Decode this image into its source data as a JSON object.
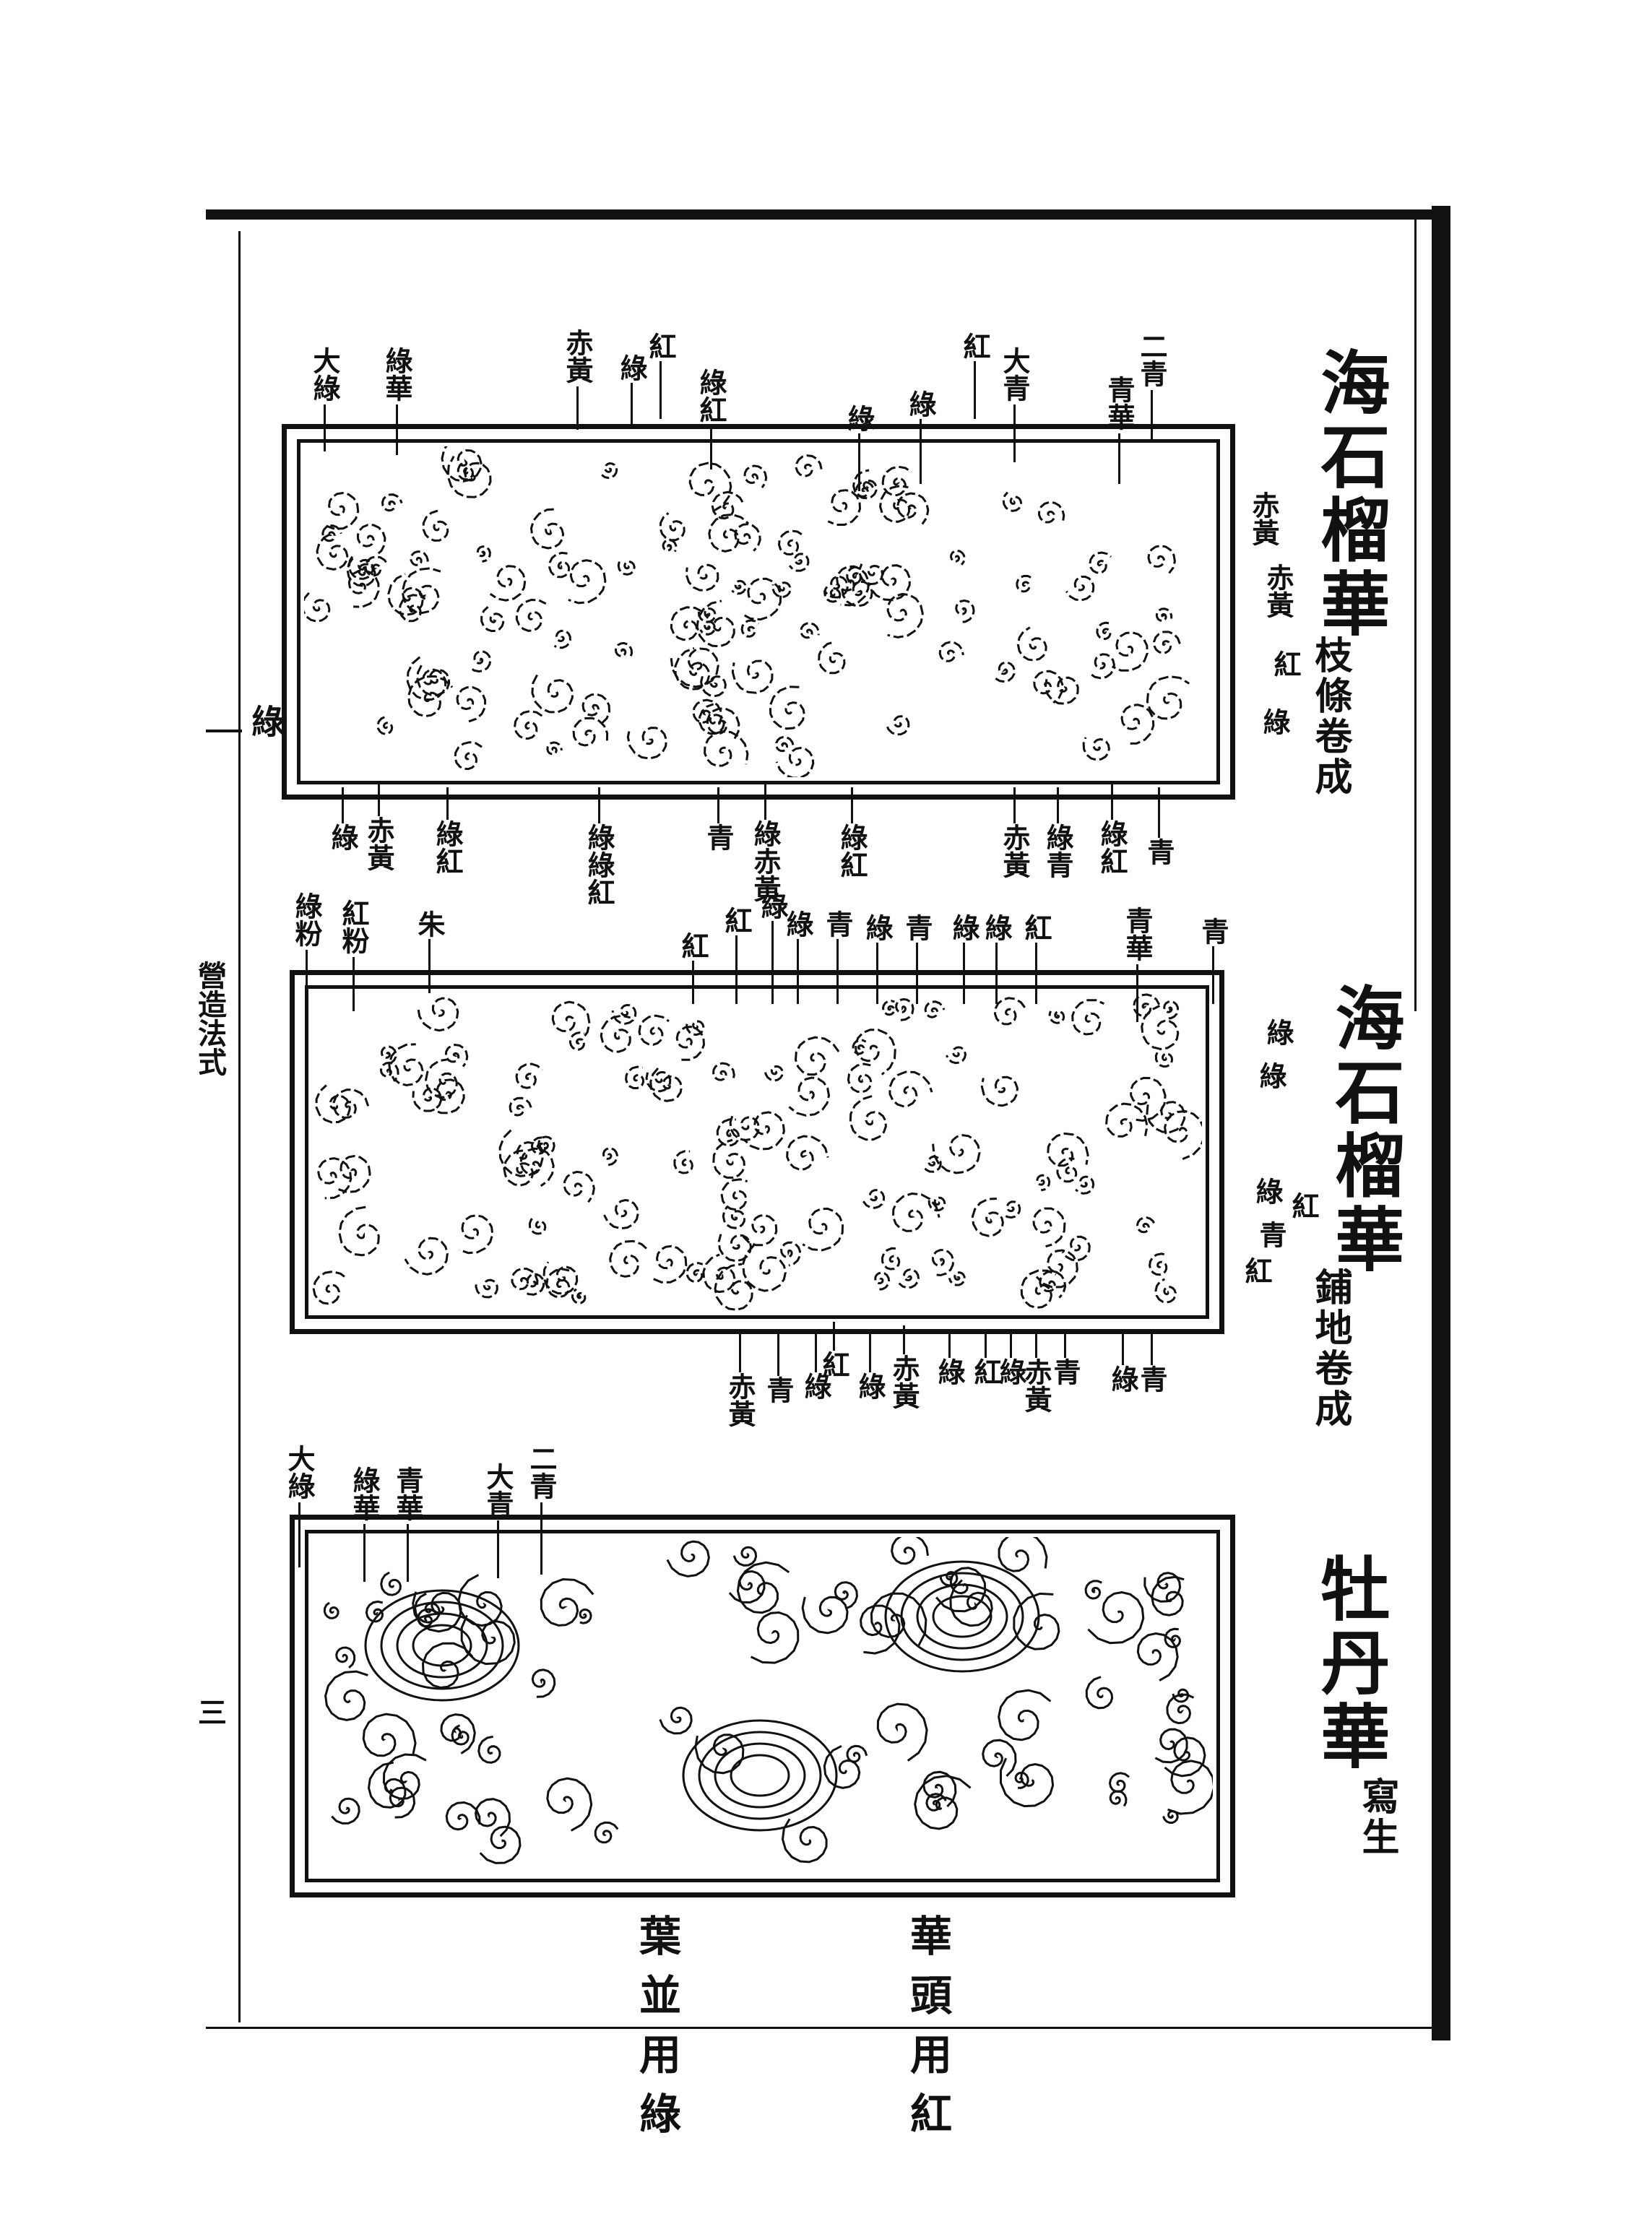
{
  "margin": {
    "book_title": "營造法式",
    "page_number": "三"
  },
  "sections": [
    {
      "title": "海石榴華",
      "subtitle": "枝條卷成",
      "top_labels": [
        "大綠",
        "綠華",
        "赤黃",
        "綠",
        "紅",
        "綠紅",
        "綠",
        "綠",
        "紅",
        "大青",
        "青華",
        "二青"
      ],
      "side_labels": [
        "赤黃",
        "赤黃",
        "紅",
        "綠"
      ],
      "left_label": "綠",
      "bottom_labels": [
        "綠",
        "赤黃",
        "綠紅",
        "綠綠紅",
        "青",
        "綠赤黃",
        "綠紅",
        "赤黃",
        "綠青",
        "綠紅",
        "青"
      ]
    },
    {
      "title": "海石榴華",
      "subtitle": "鋪地卷成",
      "top_labels": [
        "綠粉",
        "紅粉",
        "朱",
        "紅",
        "紅",
        "綠",
        "綠",
        "青",
        "綠",
        "青",
        "綠",
        "綠",
        "紅",
        "青華",
        "青"
      ],
      "side_labels": [
        "綠",
        "綠",
        "綠",
        "紅",
        "青",
        "紅"
      ],
      "bottom_labels": [
        "赤黃",
        "青",
        "綠",
        "紅",
        "綠",
        "赤黃",
        "綠",
        "紅",
        "綠",
        "赤黃",
        "青",
        "綠",
        "青"
      ]
    },
    {
      "title": "牡丹華",
      "subtitle": "寫生",
      "top_labels": [
        "大綠",
        "綠華",
        "青華",
        "大青",
        "二青"
      ],
      "captions": [
        "華頭用紅",
        "葉並用綠"
      ]
    }
  ]
}
